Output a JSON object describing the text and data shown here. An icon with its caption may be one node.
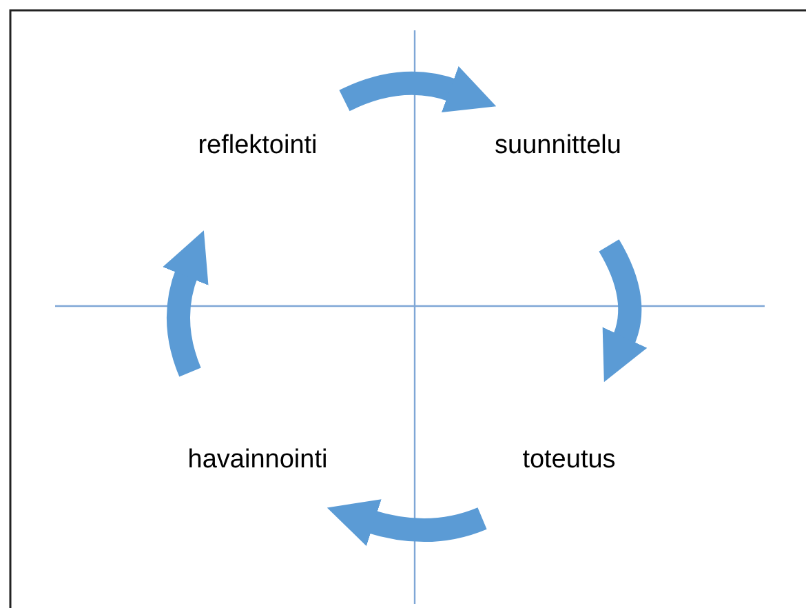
{
  "diagram": {
    "nodes": [
      {
        "text": [
          "reflektointi"
        ]
      },
      {
        "text": [
          "suunnittelu"
        ]
      },
      {
        "text": [
          "toteutus"
        ]
      },
      {
        "text": [
          "havainnointi"
        ]
      }
    ],
    "edges": [
      {
        "from": 0,
        "to": 1,
        "arrow": "to"
      },
      {
        "from": 1,
        "to": 2,
        "arrow": "to"
      },
      {
        "from": 2,
        "to": 3,
        "arrow": "to"
      },
      {
        "from": 3,
        "to": 0,
        "arrow": "to"
      }
    ]
  }
}
